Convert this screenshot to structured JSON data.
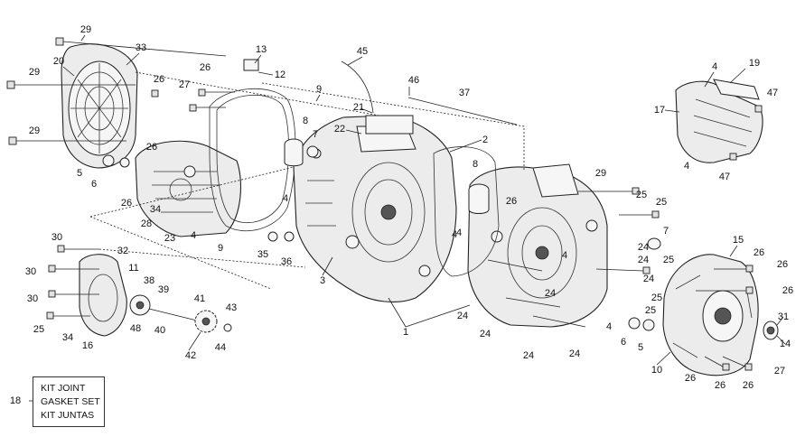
{
  "callouts": [
    "29",
    "33",
    "20",
    "29",
    "26",
    "13",
    "12",
    "26",
    "27",
    "9",
    "45",
    "46",
    "37",
    "4",
    "19",
    "17",
    "47",
    "4",
    "47",
    "29",
    "8",
    "21",
    "7",
    "22",
    "2",
    "8",
    "6",
    "5",
    "26",
    "26",
    "28",
    "34",
    "23",
    "4",
    "9",
    "4",
    "4",
    "26",
    "29",
    "25",
    "25",
    "7",
    "30",
    "32",
    "11",
    "30",
    "38",
    "39",
    "30",
    "25",
    "34",
    "16",
    "48",
    "40",
    "41",
    "43",
    "42",
    "44",
    "35",
    "36",
    "3",
    "1",
    "24",
    "24",
    "24",
    "24",
    "4",
    "24",
    "24",
    "25",
    "6",
    "5",
    "15",
    "26",
    "26",
    "26",
    "31",
    "14",
    "27",
    "10",
    "26",
    "26",
    "26",
    "25",
    "25",
    "4",
    "24",
    "24",
    "4"
  ],
  "kit": {
    "number": "18",
    "lines": [
      "KIT JOINT",
      "GASKET SET",
      "KIT JUNTAS"
    ]
  }
}
